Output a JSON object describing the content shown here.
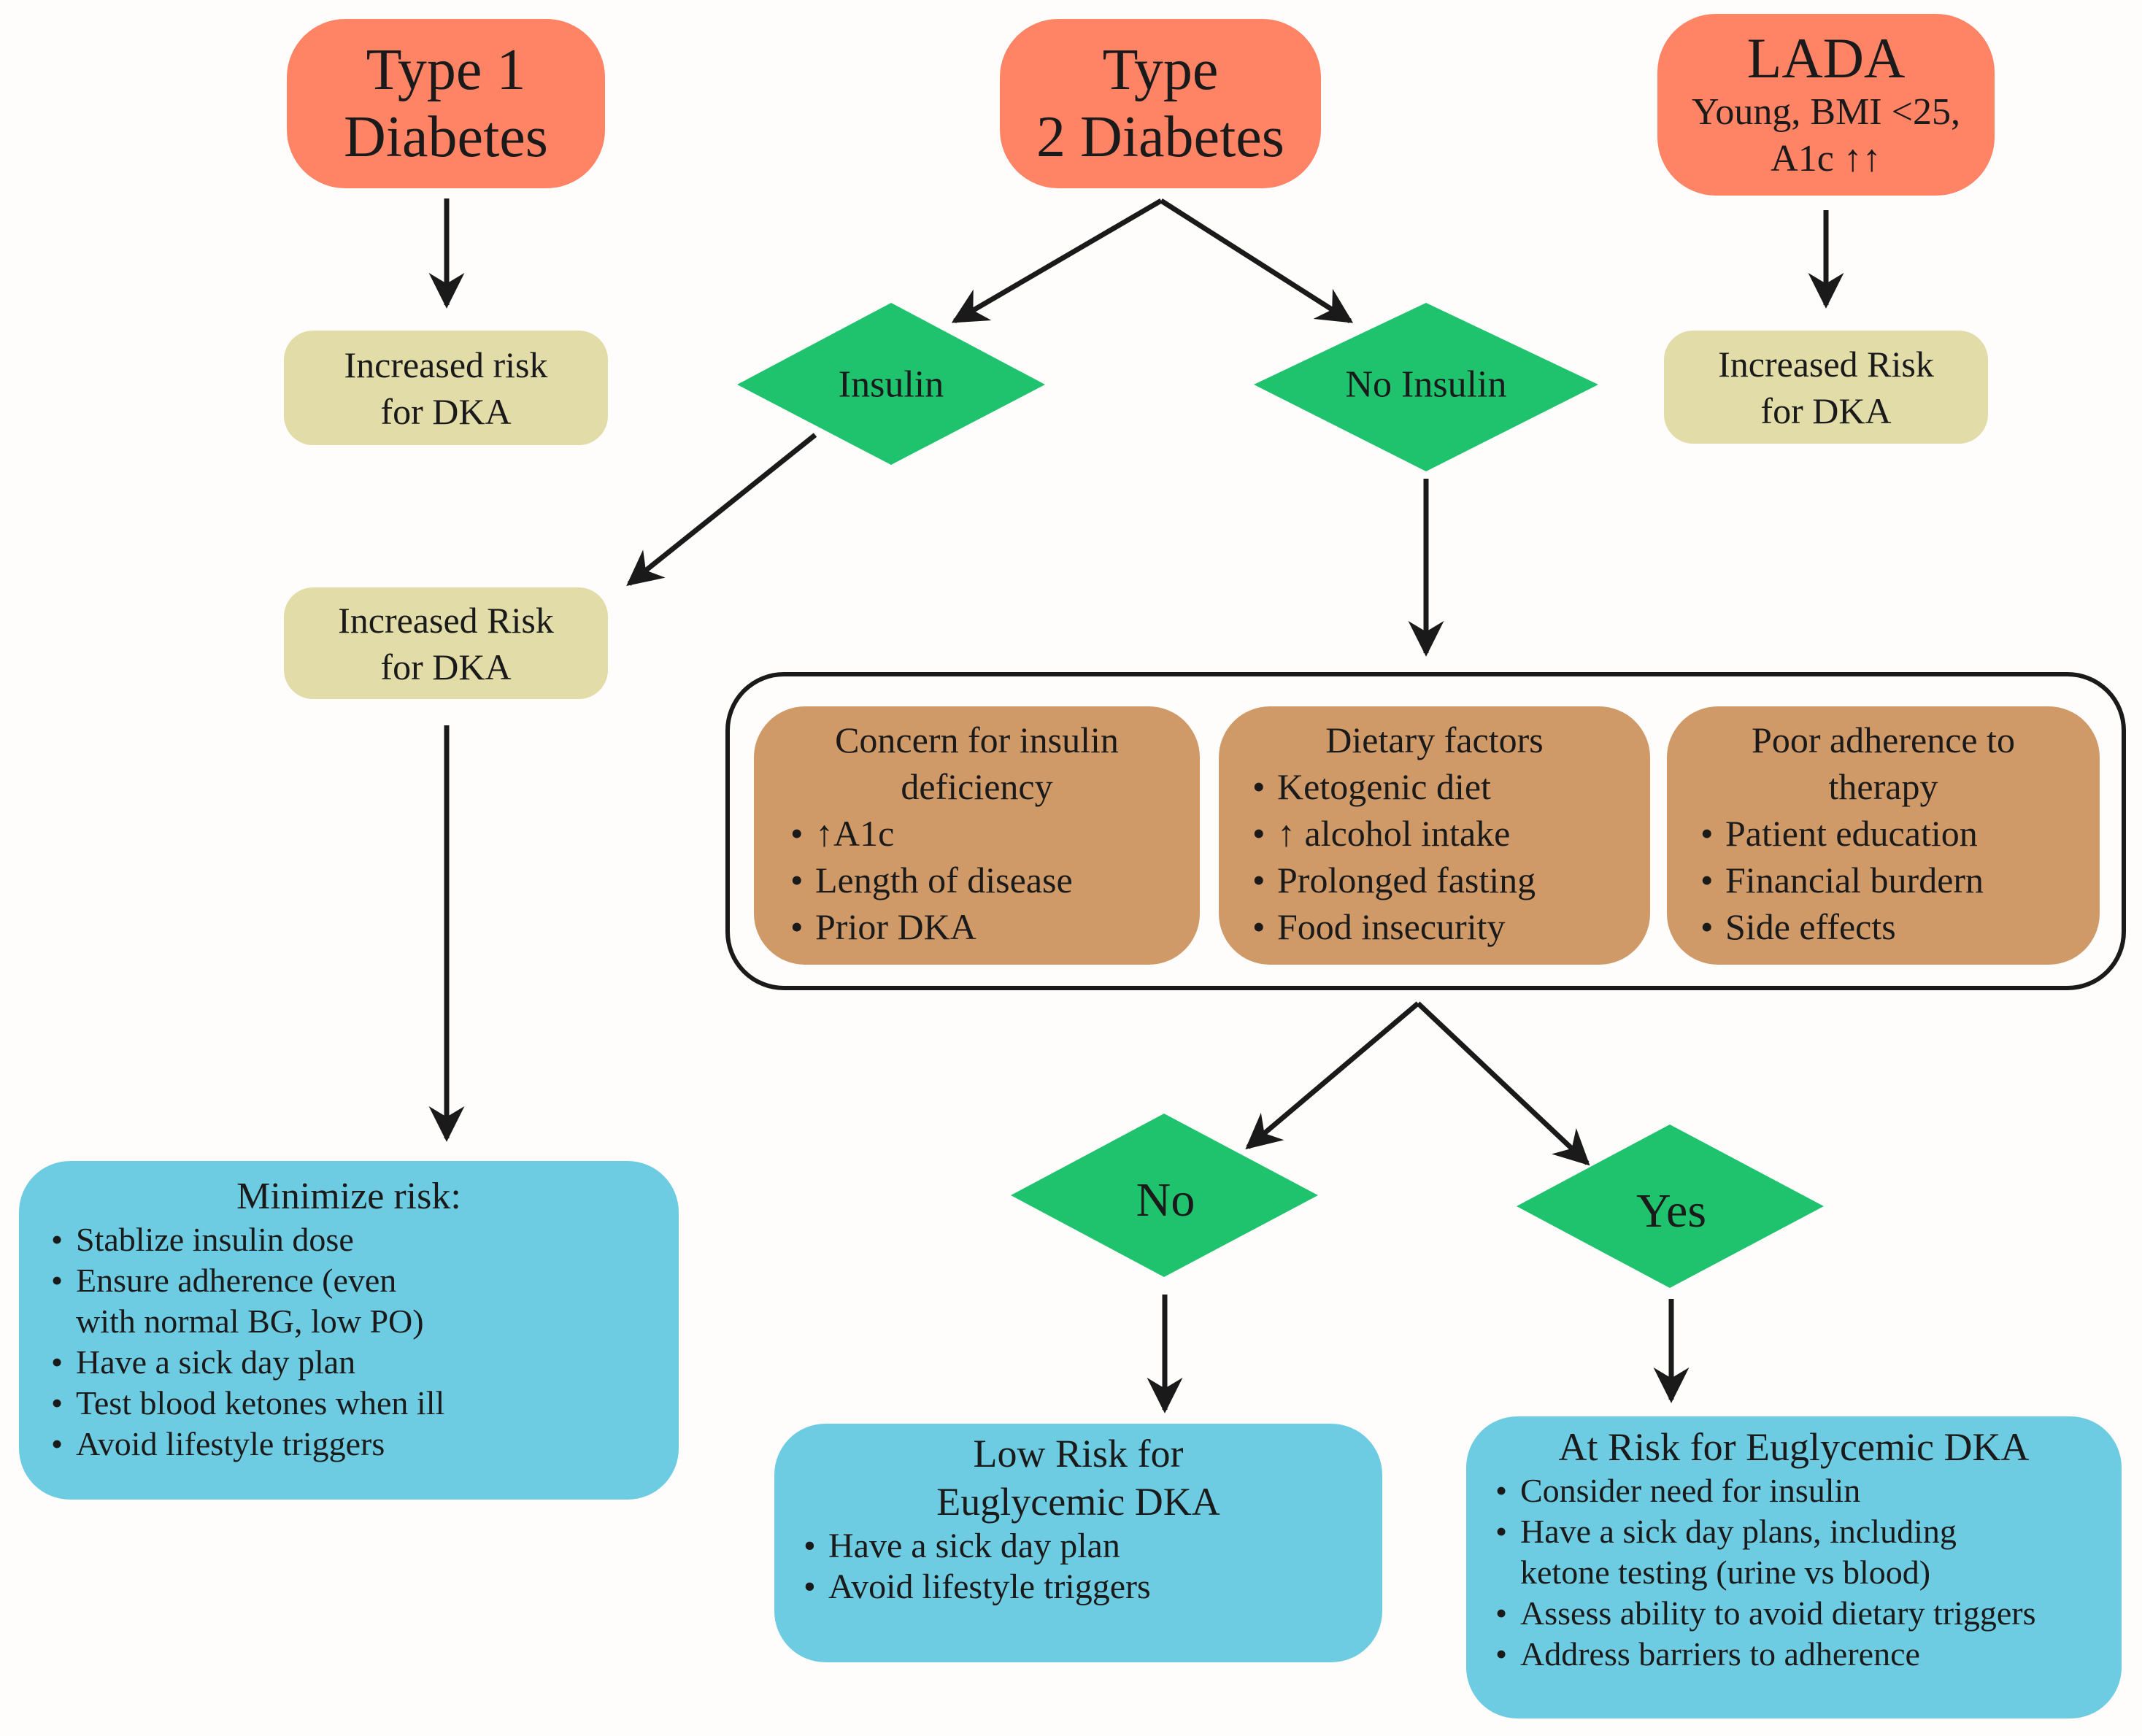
{
  "colors": {
    "diabetes_type": "#ff8466",
    "increased_risk": "#e2dca8",
    "decision": "#1fc36e",
    "factor": "#d09a68",
    "outcome": "#6ecce2",
    "arrow": "#1a1a1a"
  },
  "types": {
    "type1": {
      "line1": "Type 1",
      "line2": "Diabetes"
    },
    "type2": {
      "line1": "Type",
      "line2": "2 Diabetes"
    },
    "lada": {
      "title": "LADA",
      "line1": "Young, BMI <25,",
      "line2": "A1c ↑↑"
    }
  },
  "risk_boxes": {
    "type1": {
      "line1": "Increased risk",
      "line2": "for DKA"
    },
    "insulin": {
      "line1": "Increased Risk",
      "line2": "for DKA"
    },
    "lada": {
      "line1": "Increased Risk",
      "line2": "for DKA"
    }
  },
  "decisions": {
    "insulin": "Insulin",
    "no_insulin": "No Insulin",
    "no": "No",
    "yes": "Yes"
  },
  "factors": [
    {
      "title1": "Concern for insulin",
      "title2": "deficiency",
      "items": [
        "↑A1c",
        "Length of disease",
        "Prior DKA"
      ]
    },
    {
      "title1": "Dietary factors",
      "title2": "",
      "items": [
        "Ketogenic diet",
        "↑ alcohol intake",
        "Prolonged fasting",
        "Food insecurity"
      ]
    },
    {
      "title1": "Poor adherence to",
      "title2": "therapy",
      "items": [
        "Patient education",
        "Financial burdern",
        "Side effects"
      ]
    }
  ],
  "outcomes": {
    "minimize": {
      "title": "Minimize risk:",
      "items": [
        "Stablize insulin dose",
        "Ensure adherence (even",
        "with normal BG, low PO)",
        "Have a sick day plan",
        "Test blood ketones when ill",
        "Avoid lifestyle triggers"
      ]
    },
    "low_risk": {
      "title1": "Low Risk for",
      "title2": "Euglycemic DKA",
      "items": [
        "Have a sick day plan",
        "Avoid lifestyle triggers"
      ]
    },
    "at_risk": {
      "title": "At Risk for Euglycemic DKA",
      "items": [
        "Consider need for insulin",
        "Have a sick day plans, including",
        "ketone testing (urine vs blood)",
        "Assess ability to avoid dietary triggers",
        "Address barriers to adherence"
      ]
    }
  }
}
